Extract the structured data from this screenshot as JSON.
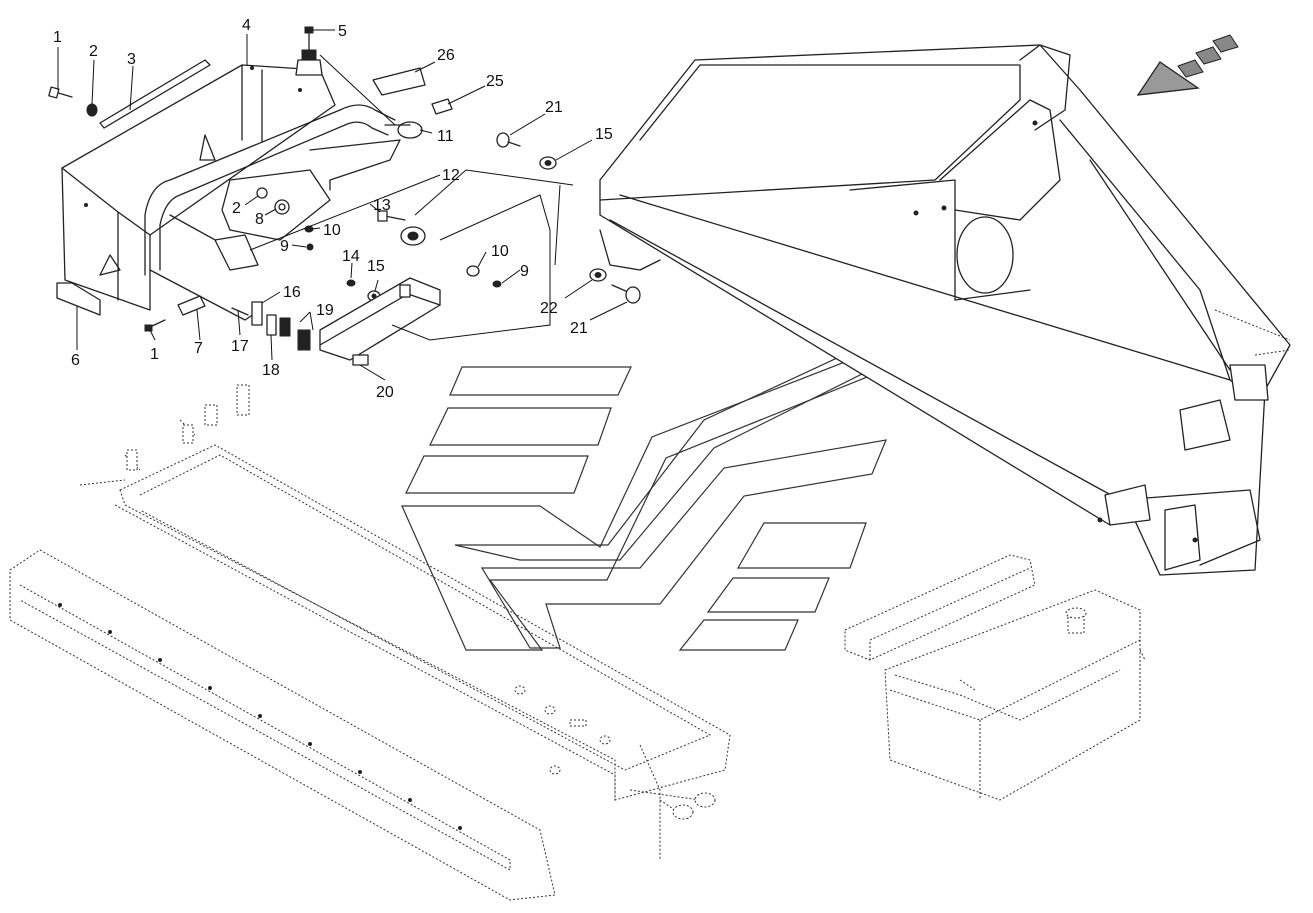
{
  "callouts": [
    {
      "id": "c1a",
      "text": "1"
    },
    {
      "id": "c2a",
      "text": "2"
    },
    {
      "id": "c3",
      "text": "3"
    },
    {
      "id": "c4",
      "text": "4"
    },
    {
      "id": "c5",
      "text": "5"
    },
    {
      "id": "c26",
      "text": "26"
    },
    {
      "id": "c25",
      "text": "25"
    },
    {
      "id": "c11",
      "text": "11"
    },
    {
      "id": "c21a",
      "text": "21"
    },
    {
      "id": "c15a",
      "text": "15"
    },
    {
      "id": "c12",
      "text": "12"
    },
    {
      "id": "c2b",
      "text": "2"
    },
    {
      "id": "c8",
      "text": "8"
    },
    {
      "id": "c13",
      "text": "13"
    },
    {
      "id": "c10a",
      "text": "10"
    },
    {
      "id": "c9a",
      "text": "9"
    },
    {
      "id": "c14",
      "text": "14"
    },
    {
      "id": "c15b",
      "text": "15"
    },
    {
      "id": "c10b",
      "text": "10"
    },
    {
      "id": "c9b",
      "text": "9"
    },
    {
      "id": "c16",
      "text": "16"
    },
    {
      "id": "c19",
      "text": "19"
    },
    {
      "id": "c1b",
      "text": "1"
    },
    {
      "id": "c7",
      "text": "7"
    },
    {
      "id": "c17",
      "text": "17"
    },
    {
      "id": "c18",
      "text": "18"
    },
    {
      "id": "c6",
      "text": "6"
    },
    {
      "id": "c20",
      "text": "20"
    },
    {
      "id": "c22",
      "text": "22"
    },
    {
      "id": "c21b",
      "text": "21"
    }
  ],
  "icons": {
    "direction_arrow": "direction-arrow-icon",
    "watermark_logo": "manufacturer-logo-watermark"
  },
  "colors": {
    "line": "#222222",
    "background": "#ffffff"
  }
}
